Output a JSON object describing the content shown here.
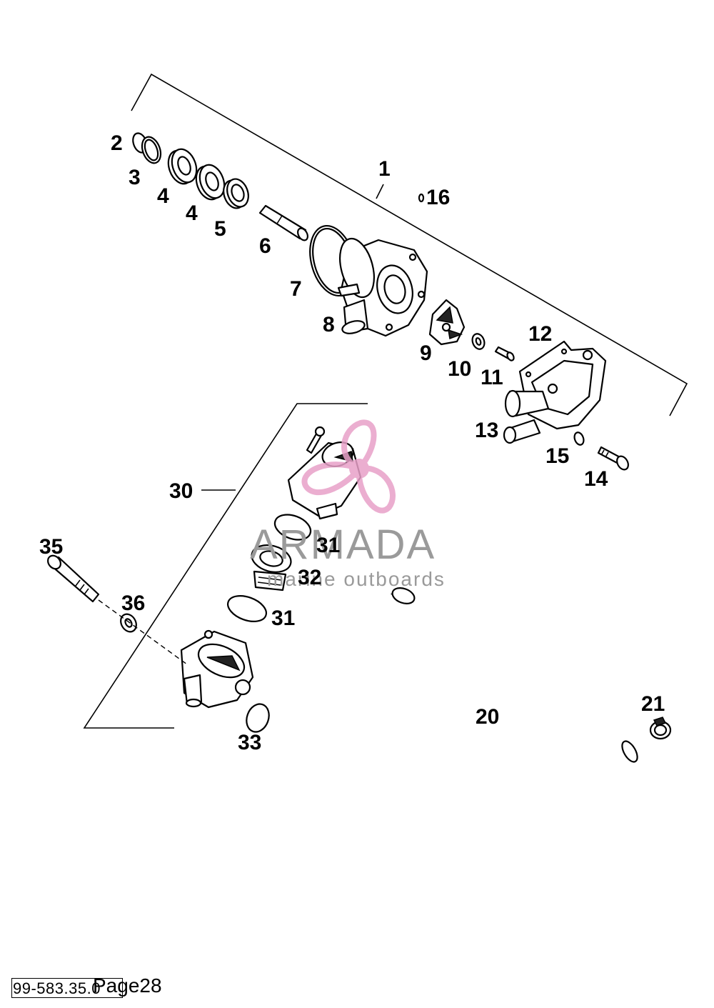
{
  "diagram": {
    "callouts": {
      "c1": "1",
      "c2": "2",
      "c3": "3",
      "c4a": "4",
      "c4b": "4",
      "c5": "5",
      "c6": "6",
      "c7": "7",
      "c8": "8",
      "c9": "9",
      "c10": "10",
      "c11": "11",
      "c12": "12",
      "c13": "13",
      "c14": "14",
      "c15": "15",
      "c16": "16",
      "c20": "20",
      "c21": "21",
      "c30": "30",
      "c31a": "31",
      "c31b": "31",
      "c32": "32",
      "c33": "33",
      "c35": "35",
      "c36": "36"
    }
  },
  "watermark": {
    "brand": "ARMADA",
    "tagline": "marine outboards",
    "logo_color": "#e8a0c8",
    "text_color": "#9a9a9a"
  },
  "footer": {
    "code": "99-583.35.0",
    "page": "Page28"
  }
}
